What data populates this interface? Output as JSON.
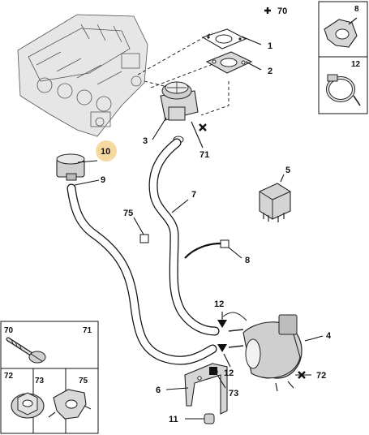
{
  "callouts": {
    "c70": "70",
    "c1": "1",
    "c2": "2",
    "c3": "3",
    "c71": "71",
    "c10": "10",
    "c9": "9",
    "c7": "7",
    "c5": "5",
    "c75": "75",
    "c8": "8",
    "c12a": "12",
    "c4": "4",
    "c12b": "12",
    "c72": "72",
    "c6": "6",
    "c73": "73",
    "c11": "11"
  },
  "highlight_color": "#f5d9a0",
  "legend_top_right": [
    {
      "label": "8",
      "icon": "hose-clip-icon"
    },
    {
      "label": "12",
      "icon": "hose-clamp-icon"
    }
  ],
  "legend_bottom_left": {
    "row1": [
      {
        "label": "70",
        "icon": "bolt-icon"
      },
      {
        "label": "71",
        "icon": "bolt-icon"
      }
    ],
    "row2": [
      {
        "label": "72",
        "icon": "flange-nut-icon"
      },
      {
        "label": "73",
        "icon": "flange-nut-icon"
      },
      {
        "label": "75",
        "icon": "clip-icon"
      }
    ]
  }
}
